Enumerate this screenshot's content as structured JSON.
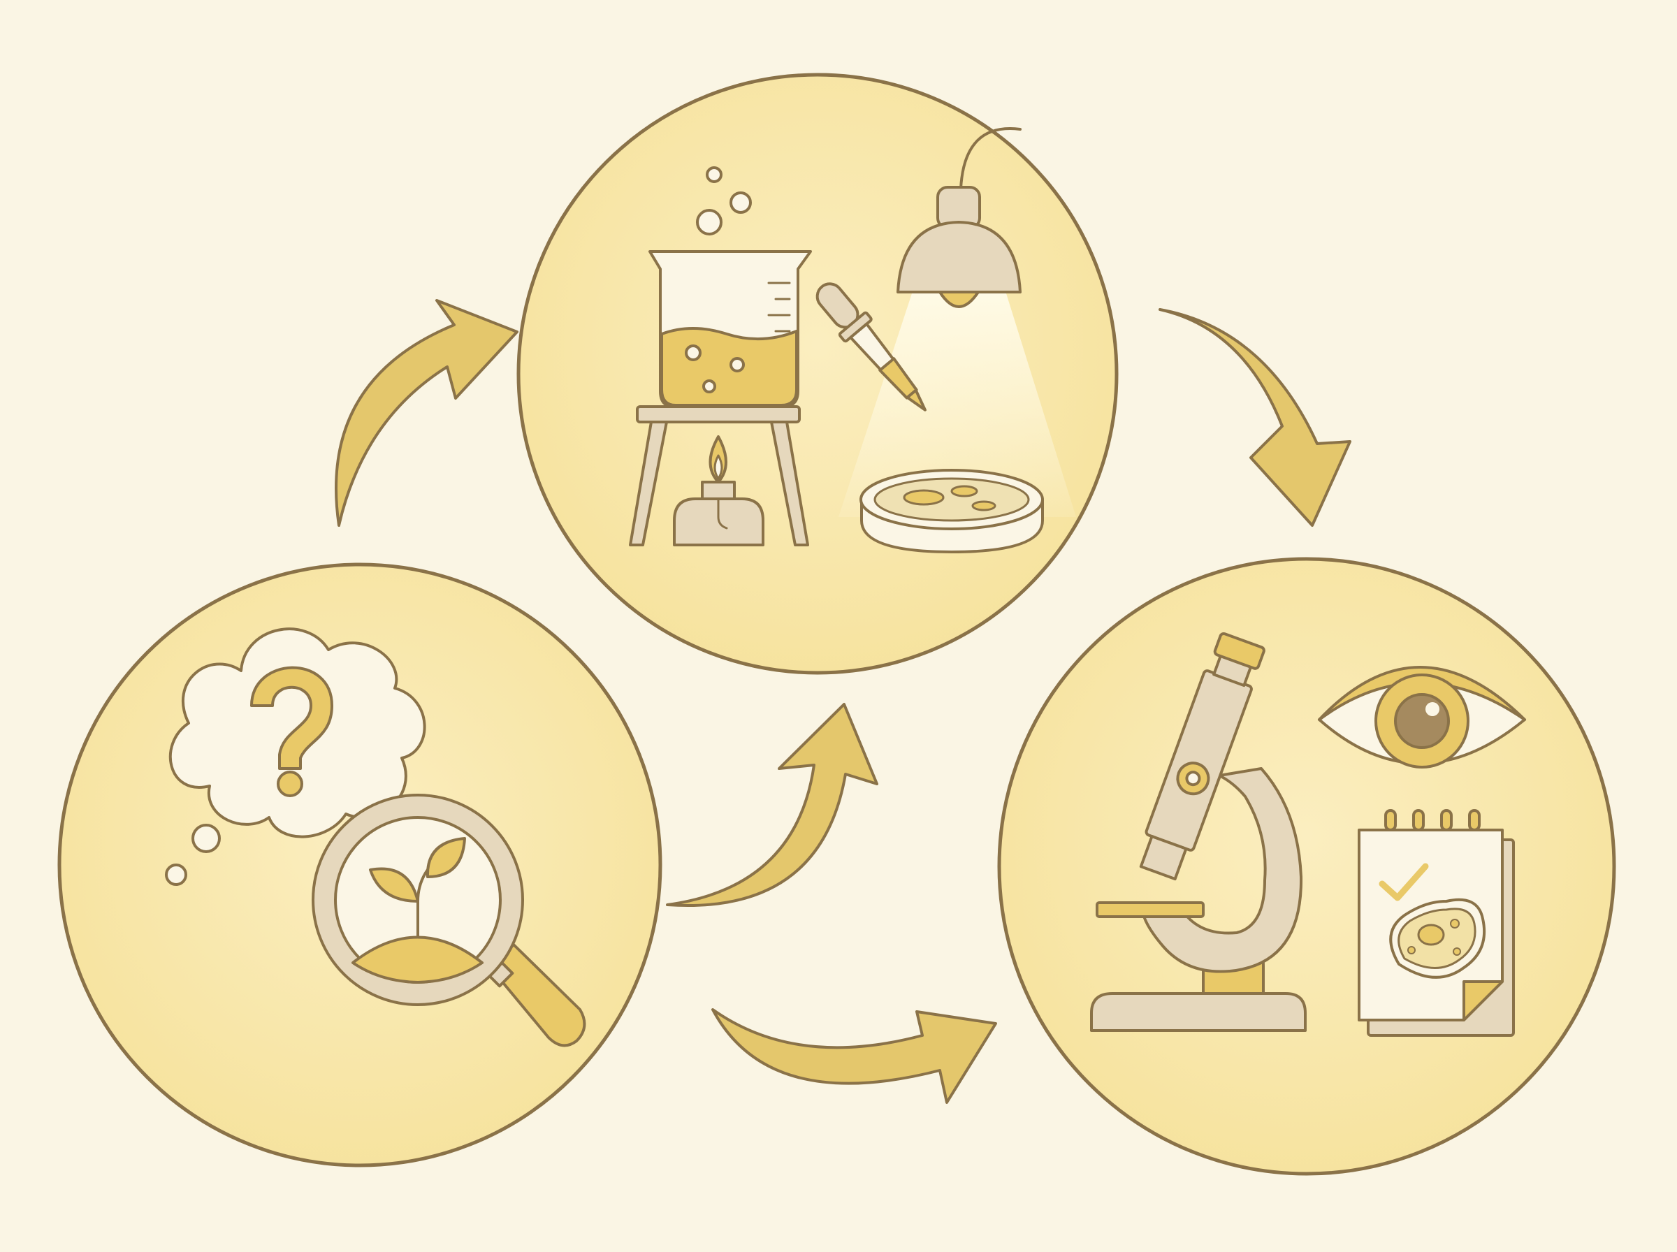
{
  "diagram": {
    "stages": [
      {
        "id": "question",
        "icons": [
          "thought-cloud-icon",
          "question-mark-icon",
          "magnifying-glass-icon",
          "seedling-icon"
        ]
      },
      {
        "id": "experiment",
        "icons": [
          "beaker-icon",
          "bubbles-icon",
          "tripod-stand-icon",
          "burner-flame-icon",
          "dropper-icon",
          "lamp-icon",
          "petri-dish-icon"
        ]
      },
      {
        "id": "observe",
        "icons": [
          "microscope-icon",
          "eye-icon",
          "notepad-icon",
          "checkmark-icon",
          "cell-icon"
        ]
      }
    ],
    "arrows": [
      {
        "from": "question",
        "to": "experiment",
        "style": "curved"
      },
      {
        "from": "experiment",
        "to": "observe",
        "style": "curved"
      },
      {
        "from": "question",
        "to": "experiment",
        "style": "curved"
      },
      {
        "from": "question",
        "to": "observe",
        "style": "curved"
      }
    ]
  },
  "colors": {
    "background": "#faf5e4",
    "circle_fill": "#f9e9ad",
    "outline": "#8a7248",
    "accent_gold": "#e9c968",
    "light_cream": "#fbf6e6",
    "beige": "#e6d8bd",
    "arrow": "#e4c76c"
  }
}
